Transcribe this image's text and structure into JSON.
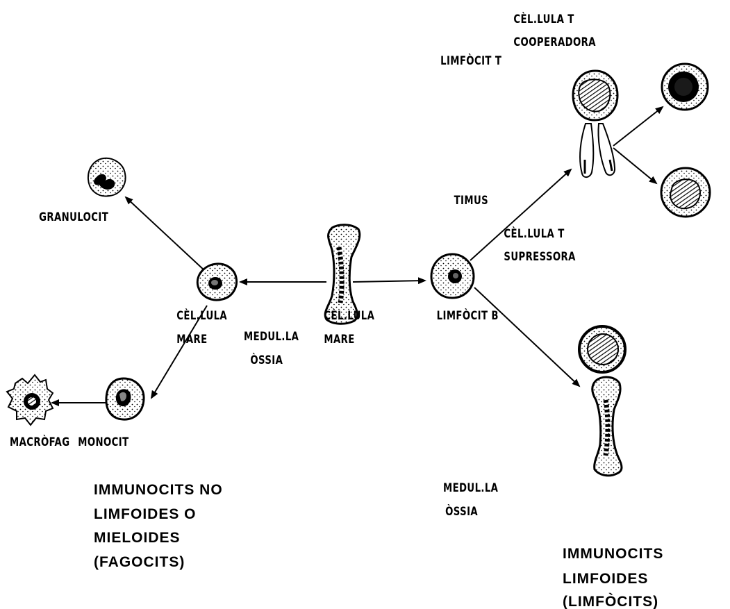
{
  "diagram": {
    "labels": {
      "stem_cell_left": [
        "CÈL.LULA",
        "MARE"
      ],
      "stem_cell_right": [
        "CÈL.LULA",
        "MARE"
      ],
      "bone_marrow_center": [
        "MEDUL.LA",
        "ÒSSIA"
      ],
      "bone_marrow_right": [
        "MEDUL.LA",
        "ÒSSIA"
      ],
      "granulocyte": "GRANULOCIT",
      "monocyte": "MONOCIT",
      "macrophage": "MACRÒFAG",
      "thymus": "TIMUS",
      "t_lymphocyte": "LIMFÒCIT T",
      "b_lymphocyte": "LIMFÒCIT B",
      "helper_t": [
        "CÈL.LULA T",
        "COOPERADORA"
      ],
      "suppressor_t": [
        "CÈL.LULA T",
        "SUPRESSORA"
      ]
    },
    "headings": {
      "myeloid": [
        "IMMUNOCITS NO",
        "LIMFOIDES O",
        "MIELOIDES",
        "(FAGOCITS)"
      ],
      "lymphoid": [
        "IMMUNOCITS",
        "LIMFOIDES",
        "(LIMFÒCITS)"
      ]
    }
  }
}
